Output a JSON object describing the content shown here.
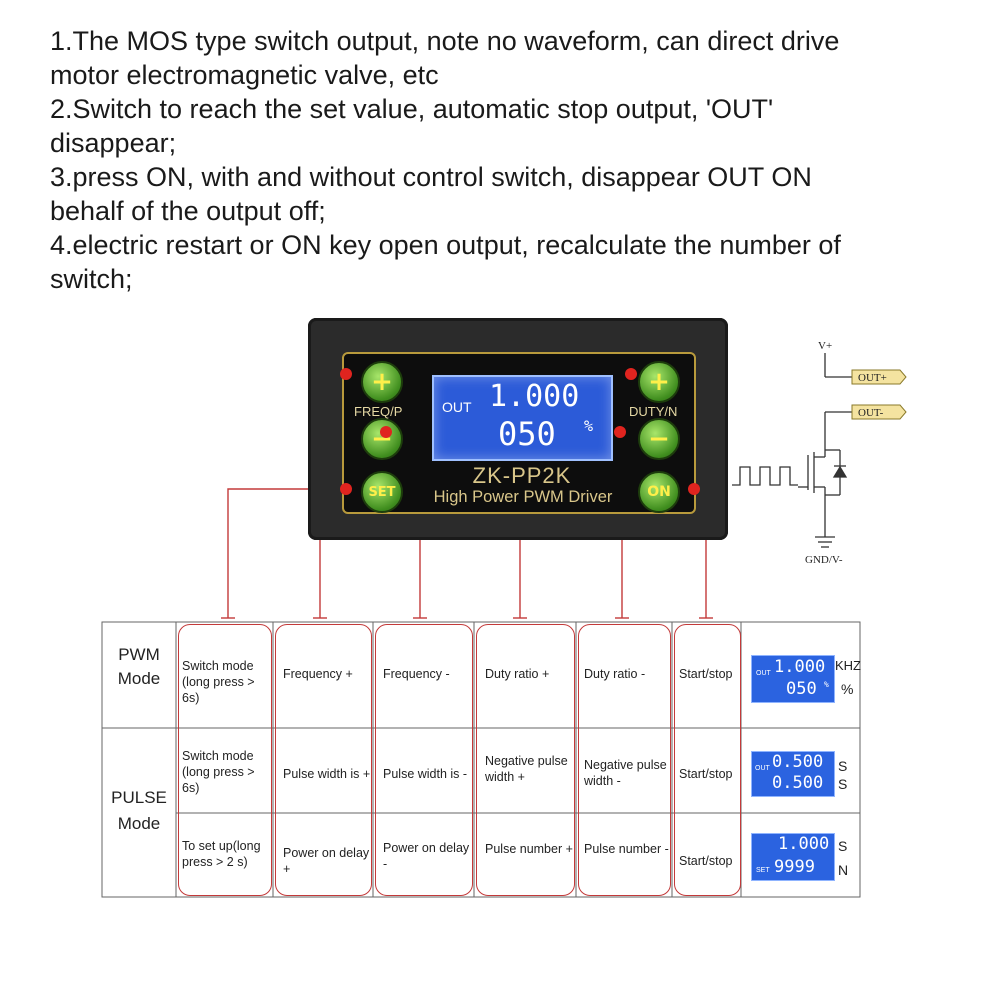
{
  "notes": [
    "1.The MOS type switch output, note no waveform, can direct drive",
    "motor electromagnetic valve, etc",
    "2.Switch to reach the set value, automatic stop output, 'OUT'",
    "disappear;",
    "3.press ON, with and without control switch, disappear OUT ON",
    "behalf of the output off;",
    "4.electric restart or ON key open output, recalculate the number of",
    "switch;"
  ],
  "device": {
    "lcd_out": "OUT",
    "lcd_value1": "1.000",
    "lcd_value2": "050",
    "lcd_percent": "%",
    "model": "ZK-PP2K",
    "subtitle": "High Power PWM Driver",
    "freq_label": "FREQ/P",
    "duty_label": "DUTY/N",
    "btn_plus": "+",
    "btn_minus": "−",
    "btn_set": "SET",
    "btn_on": "ON"
  },
  "circuit": {
    "vplus": "V+",
    "out_plus": "OUT+",
    "out_minus": "OUT-",
    "gnd": "GND/V-"
  },
  "table": {
    "pwm_mode": [
      "PWM",
      "Mode"
    ],
    "pulse_mode": [
      "PULSE",
      "Mode"
    ],
    "pwm_row": [
      "Switch mode (long press > 6s)",
      "Frequency +",
      "Frequency -",
      "Duty ratio +",
      "Duty ratio -",
      "Start/stop"
    ],
    "pulse_row1": [
      "Switch mode (long press > 6s)",
      "Pulse width is +",
      "Pulse width is -",
      "Negative pulse width +",
      "Negative pulse width -",
      "Start/stop"
    ],
    "pulse_row2": [
      "To set up(long press > 2 s)",
      "Power on delay +",
      "Power on delay -",
      "Pulse number +",
      "Pulse number -",
      "Start/stop"
    ],
    "displays": {
      "pwm": {
        "tag": "OUT",
        "v1": "1.000",
        "v2": "050",
        "pct": "%",
        "u1": "KHZ",
        "u2": "%"
      },
      "pulse1": {
        "tag": "OUT",
        "v1": "0.500",
        "v2": "0.500",
        "u1": "S",
        "u2": "S"
      },
      "pulse2": {
        "tag": "SET",
        "v1": "1.000",
        "v2": "9999",
        "u1": "S",
        "u2": "N"
      }
    }
  },
  "colors": {
    "lcd": "#2c5bd8",
    "button": "#3f8d1e",
    "leader": "#c33a3a",
    "label_gold": "#d9c68a"
  }
}
